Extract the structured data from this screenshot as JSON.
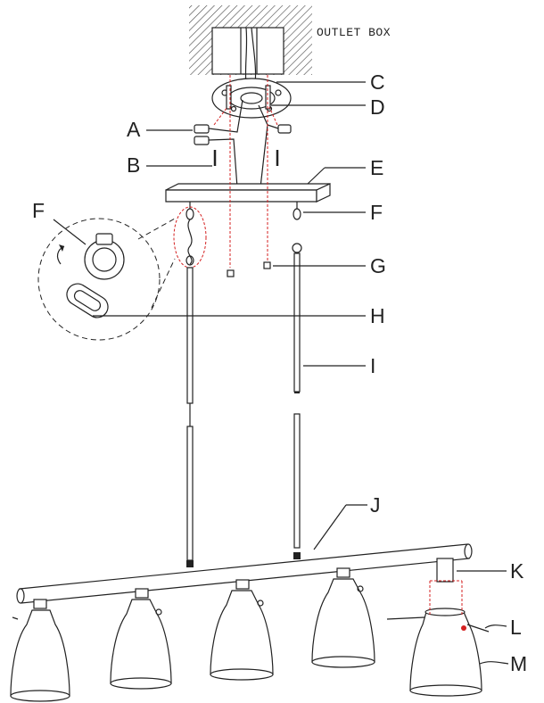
{
  "outlet_box": {
    "label": "OUTLET BOX"
  },
  "callouts": {
    "a": "A",
    "b": "B",
    "c": "C",
    "d": "D",
    "e": "E",
    "f": "F",
    "f_detail": "F",
    "g": "G",
    "h": "H",
    "i": "I",
    "j": "J",
    "k": "K",
    "l": "L",
    "m": "M"
  }
}
